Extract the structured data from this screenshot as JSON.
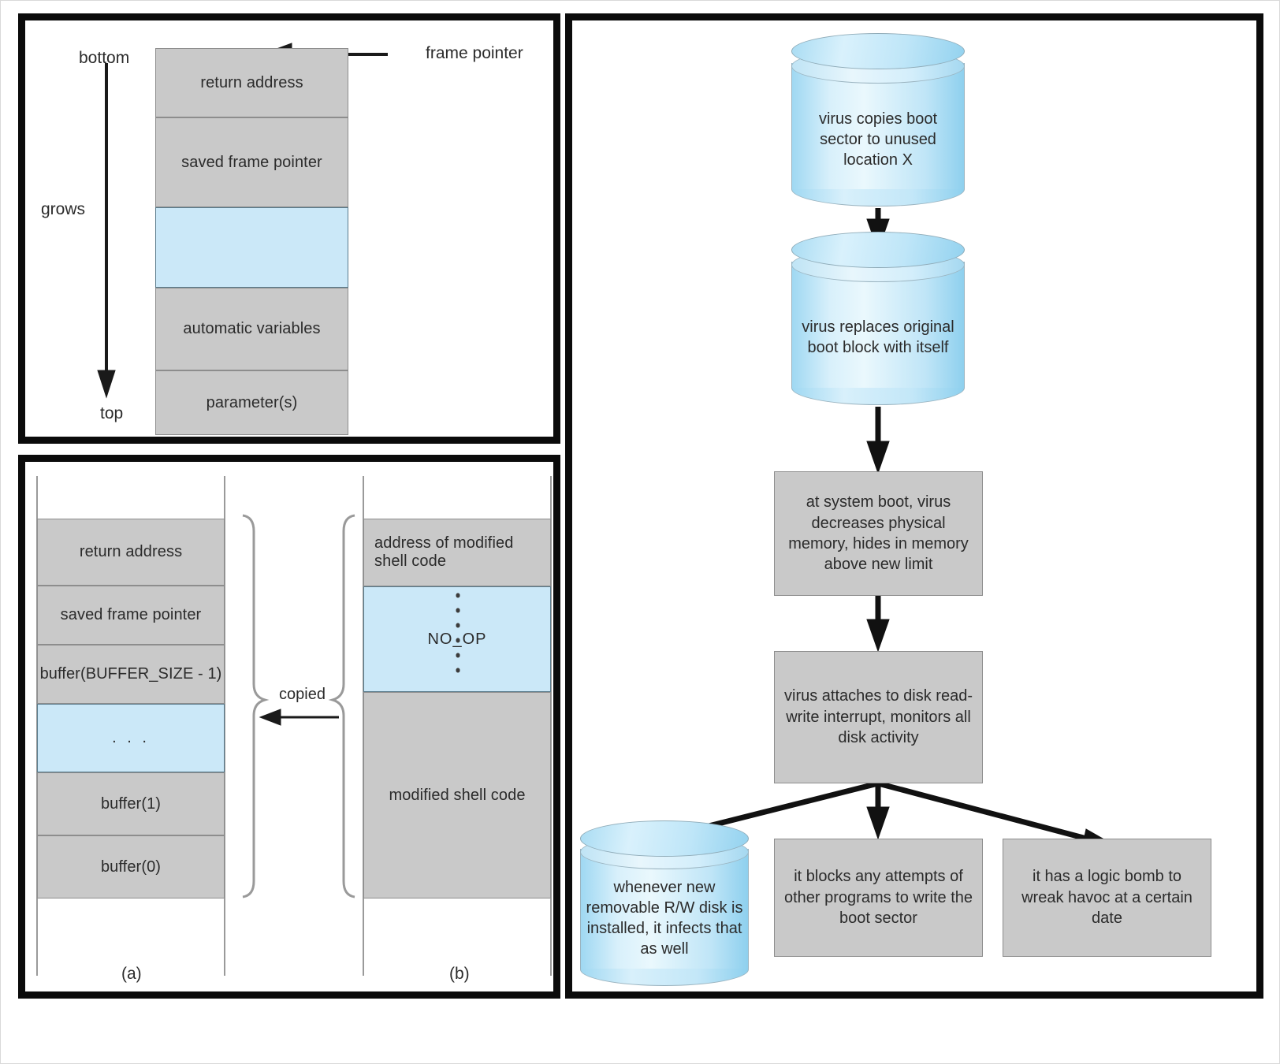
{
  "figure": {
    "panels": {
      "stack_frame": {
        "name": "stack-frame-diagram",
        "labels": {
          "bottom": "bottom",
          "top": "top",
          "grows": "grows",
          "frame_pointer": "frame pointer"
        },
        "cells": [
          {
            "label": "return address",
            "fill": "gray"
          },
          {
            "label": "saved frame pointer",
            "fill": "gray"
          },
          {
            "label": "",
            "fill": "blue"
          },
          {
            "label": "automatic variables",
            "fill": "gray"
          },
          {
            "label": "parameter(s)",
            "fill": "gray"
          }
        ]
      },
      "buffer_overflow": {
        "name": "buffer-overflow-diagram",
        "caption_a": "(a)",
        "caption_b": "(b)",
        "copied_label": "copied",
        "stack_a": [
          {
            "label": "return address",
            "fill": "gray"
          },
          {
            "label": "saved frame pointer",
            "fill": "gray"
          },
          {
            "label": "buffer(BUFFER_SIZE - 1)",
            "fill": "gray"
          },
          {
            "label": ". . .",
            "fill": "blue"
          },
          {
            "label": "buffer(1)",
            "fill": "gray"
          },
          {
            "label": "buffer(0)",
            "fill": "gray"
          }
        ],
        "stack_b": [
          {
            "label": "address of modified shell code",
            "fill": "gray",
            "align": "left"
          },
          {
            "label": "NO_OP",
            "fill": "blue",
            "align": "center"
          },
          {
            "label": "modified shell code",
            "fill": "gray",
            "align": "center"
          }
        ]
      },
      "boot_sector_virus": {
        "name": "boot-sector-virus-flow",
        "nodes": [
          {
            "id": "copy-boot-sector",
            "shape": "cylinder",
            "text": "virus copies boot sector to unused location X"
          },
          {
            "id": "replace-boot-block",
            "shape": "cylinder",
            "text": "virus replaces original boot block with itself"
          },
          {
            "id": "system-boot",
            "shape": "box",
            "text": "at system boot, virus decreases physical memory, hides in memory above new limit"
          },
          {
            "id": "attach-interrupt",
            "shape": "box",
            "text": "virus attaches to disk read-write interrupt, monitors all disk activity"
          },
          {
            "id": "infect-removable",
            "shape": "cylinder",
            "text": "whenever new removable R/W disk is installed, it infects that as well"
          },
          {
            "id": "block-writes",
            "shape": "box",
            "text": "it blocks any attempts of other programs to write the boot sector"
          },
          {
            "id": "logic-bomb",
            "shape": "box",
            "text": "it has a logic bomb to wreak havoc at a certain date"
          }
        ]
      }
    },
    "colors": {
      "cell_gray": "#c9c9c9",
      "cell_blue": "#cbe8f8",
      "cylinder_blue": "#bfe5f7",
      "border_black": "#0b0b0b",
      "text": "#2b2b2b"
    }
  }
}
